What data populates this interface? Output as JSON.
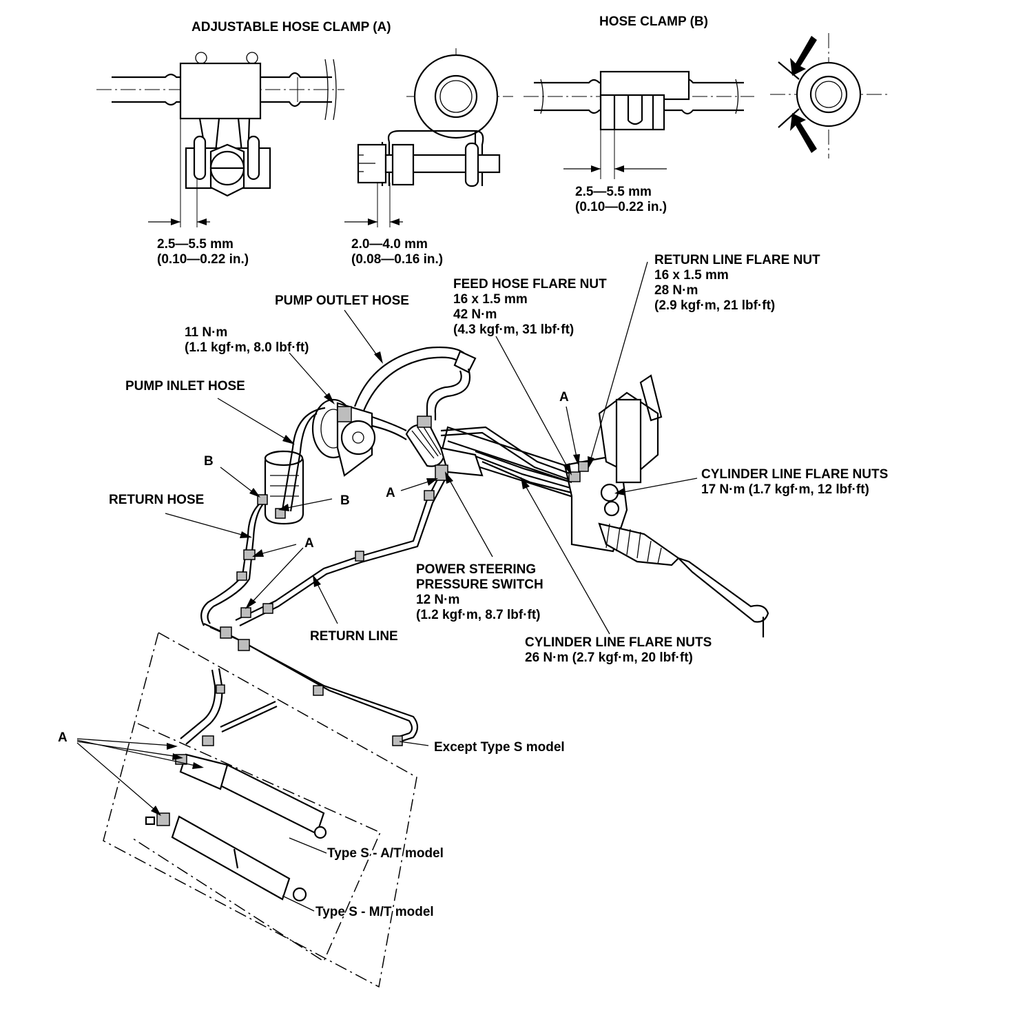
{
  "clamp_a": {
    "title": "ADJUSTABLE HOSE CLAMP (A)",
    "dim1_mm": "2.5—5.5 mm",
    "dim1_in": "(0.10—0.22 in.)",
    "dim2_mm": "2.0—4.0 mm",
    "dim2_in": "(0.08—0.16 in.)"
  },
  "clamp_b": {
    "title": "HOSE CLAMP (B)",
    "dim_mm": "2.5—5.5 mm",
    "dim_in": "(0.10—0.22 in.)"
  },
  "labels": {
    "return_line_flare_nut": {
      "name": "RETURN LINE FLARE NUT",
      "size": "16 x 1.5 mm",
      "torque": "28 N·m",
      "torque_alt": "(2.9 kgf·m, 21 lbf·ft)"
    },
    "feed_hose_flare_nut": {
      "name": "FEED HOSE FLARE NUT",
      "size": "16 x 1.5 mm",
      "torque": "42 N·m",
      "torque_alt": "(4.3 kgf·m, 31 lbf·ft)"
    },
    "pump_outlet_hose": "PUMP OUTLET HOSE",
    "pump_bolt_torque": "11 N·m",
    "pump_bolt_torque_alt": "(1.1 kgf·m, 8.0 lbf·ft)",
    "pump_inlet_hose": "PUMP INLET HOSE",
    "return_hose": "RETURN HOSE",
    "cylinder_nuts_17": {
      "name": "CYLINDER LINE FLARE NUTS",
      "torque": "17 N·m (1.7 kgf·m, 12 lbf·ft)"
    },
    "ps_switch": {
      "line1": "POWER STEERING",
      "line2": "PRESSURE SWITCH",
      "torque": "12 N·m",
      "torque_alt": "(1.2 kgf·m, 8.7 lbf·ft)"
    },
    "return_line": "RETURN LINE",
    "cylinder_nuts_26": {
      "name": "CYLINDER LINE FLARE NUTS",
      "torque": "26 N·m (2.7 kgf·m, 20 lbf·ft)"
    },
    "except_type_s": "Except Type S model",
    "type_s_at": "Type S - A/T model",
    "type_s_mt": "Type S - M/T model"
  },
  "callouts": {
    "A": "A",
    "B": "B"
  }
}
